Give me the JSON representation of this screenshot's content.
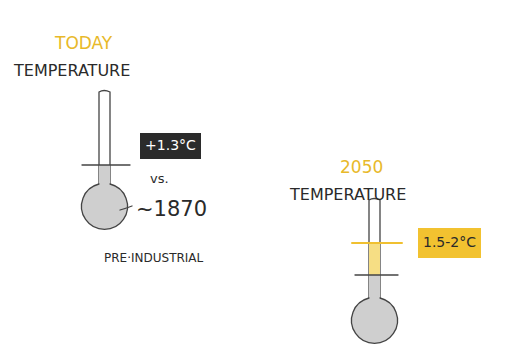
{
  "diagram": {
    "nodes": [
      {
        "text": [
          "+1.3°C"
        ]
      },
      {
        "text": [
          "1.5-2°C"
        ]
      }
    ],
    "labels": [
      "TODAY",
      "TEMPERATURE",
      "vs.",
      "~1870",
      "PRE·INDUSTRIAL",
      "2050",
      "TEMPERATURE"
    ]
  }
}
